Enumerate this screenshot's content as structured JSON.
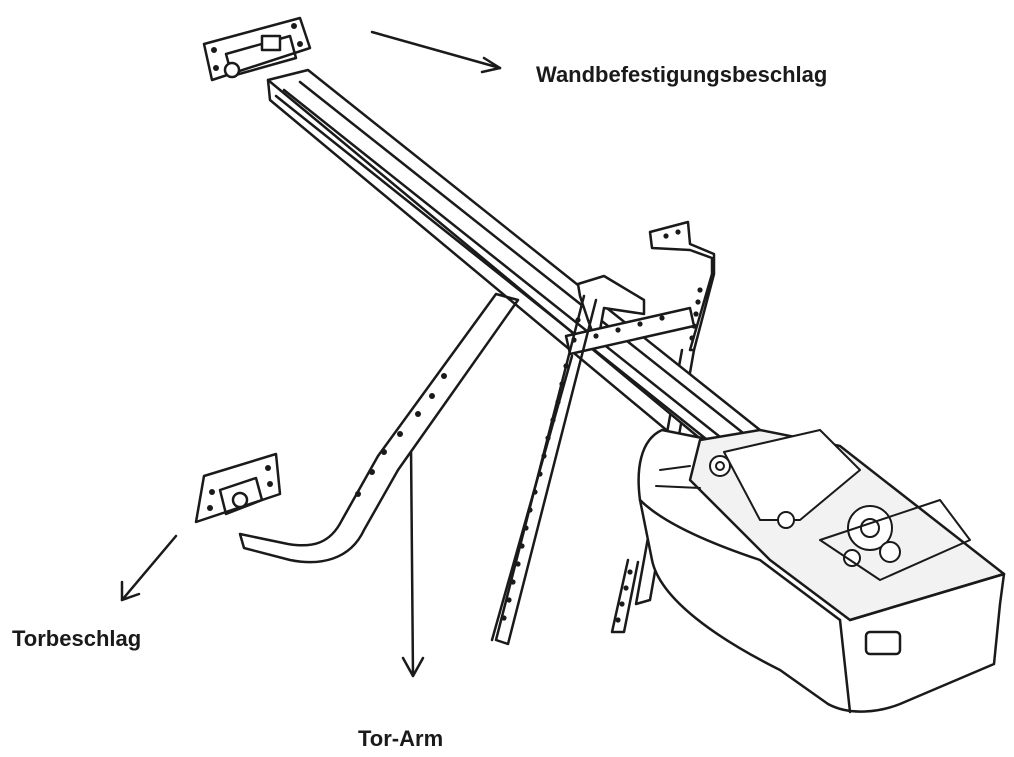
{
  "labels": {
    "wall_bracket": "Wandbefestigungsbeschlag",
    "door_bracket": "Torbeschlag",
    "door_arm": "Tor-Arm"
  },
  "colors": {
    "line": "#1a1a1a",
    "fill": "#ffffff",
    "shade": "#e6e6e6"
  },
  "icons": [
    "wall-bracket-icon",
    "rail-icon",
    "hanger-bracket-icon",
    "door-arm-icon",
    "door-bracket-icon",
    "motor-unit-icon"
  ]
}
